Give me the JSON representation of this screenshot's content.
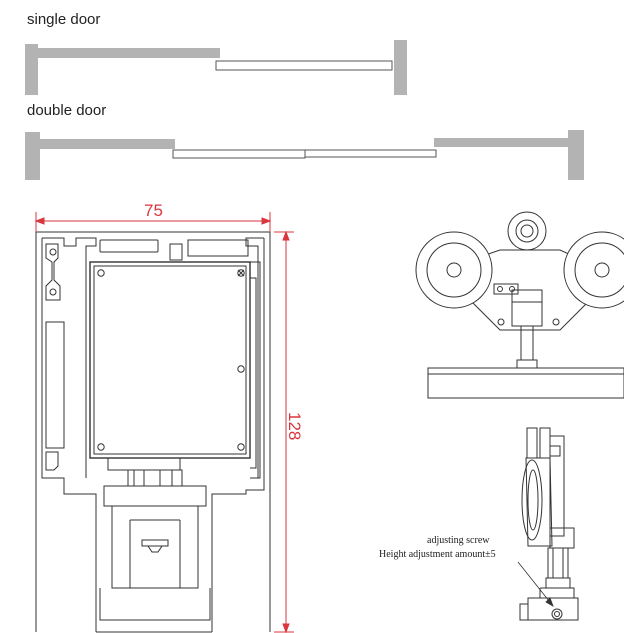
{
  "labels": {
    "single_door": "single door",
    "double_door": "double door"
  },
  "dimensions": {
    "width": "75",
    "height": "128"
  },
  "annotation": {
    "line1": "adjusting screw",
    "line2": "Height adjustment amount±5"
  },
  "colors": {
    "wall": "#b3b3b3",
    "line": "#333333",
    "dimension": "#d9363e"
  }
}
